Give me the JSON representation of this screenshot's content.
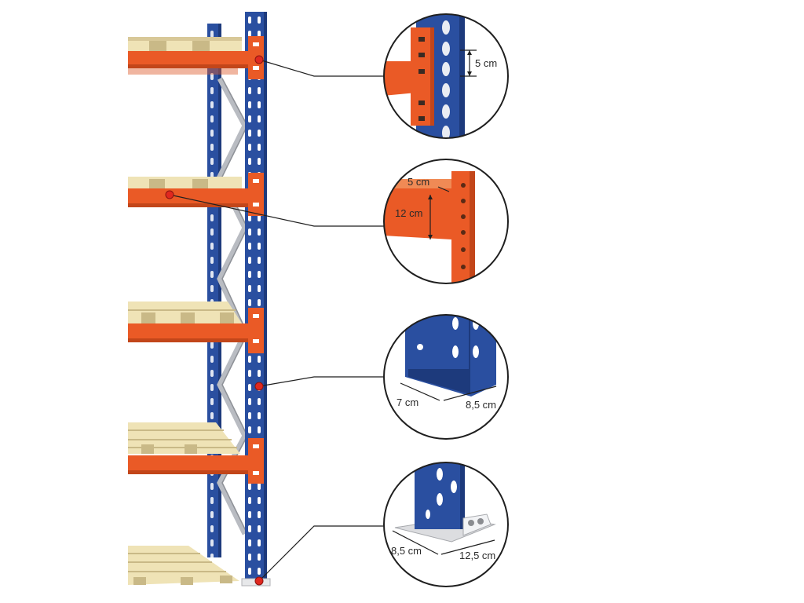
{
  "colors": {
    "upright": "#2a4fa0",
    "upright_dark": "#1d3a7c",
    "beam": "#ea5a26",
    "beam_dark": "#c2461a",
    "pallet": "#efe3b6",
    "pallet_dark": "#c9b987",
    "brace": "#b9bcc2",
    "marker": "#e0281f",
    "line": "#1f1f1f"
  },
  "icons": [
    "callout-marker-icon",
    "zoom-circle-icon"
  ],
  "callouts": [
    {
      "id": "perforation-pitch",
      "labels": [
        "5 cm"
      ]
    },
    {
      "id": "beam-section",
      "labels": [
        "5 cm",
        "12 cm"
      ]
    },
    {
      "id": "upright-profile",
      "labels": [
        "7 cm",
        "8,5 cm"
      ]
    },
    {
      "id": "base-plate",
      "labels": [
        "8,5 cm",
        "12,5 cm"
      ]
    }
  ]
}
